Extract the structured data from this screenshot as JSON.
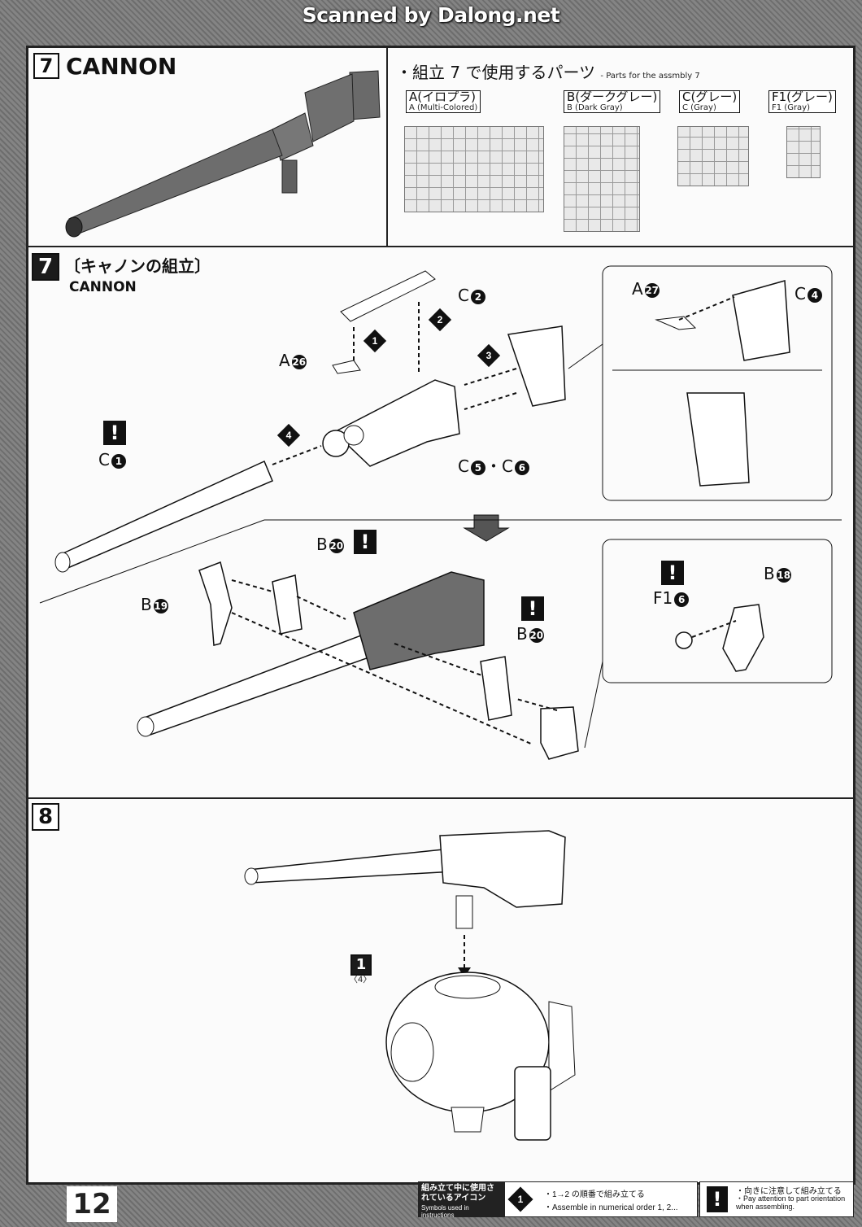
{
  "watermark": "Scanned by Dalong.net",
  "header_panel": {
    "step_number": "7",
    "title": "CANNON",
    "parts_heading": "・組立 7 で使用するパーツ",
    "parts_heading_en": "- Parts for the assmbly 7",
    "runners": [
      {
        "code": "A(イロプラ)",
        "desc": "A (Multi-Colored)"
      },
      {
        "code": "B(ダークグレー)",
        "desc": "B (Dark Gray)"
      },
      {
        "code": "C(グレー)",
        "desc": "C (Gray)"
      },
      {
        "code": "F1(グレー)",
        "desc": "F1 (Gray)"
      }
    ]
  },
  "step7": {
    "number": "7",
    "title_jp": "〔キャノンの組立〕",
    "title_en": "CANNON",
    "labels": {
      "c2": "C",
      "c2n": "2",
      "a26": "A",
      "a26n": "26",
      "c1": "C",
      "c1n": "1",
      "c56": "C",
      "c5n": "5",
      "dot": "・",
      "c6": "C",
      "c6n": "6",
      "a27": "A",
      "a27n": "27",
      "c4": "C",
      "c4n": "4",
      "b20a": "B",
      "b20an": "20",
      "b19": "B",
      "b19n": "19",
      "b20b": "B",
      "b20bn": "20",
      "f16": "F1",
      "f16n": "6",
      "b18": "B",
      "b18n": "18"
    },
    "steps": [
      "1",
      "2",
      "3",
      "4"
    ],
    "warn": "!"
  },
  "step8": {
    "number": "8",
    "sub_label": "1",
    "sub_count": "〈4〉"
  },
  "footer": {
    "page_number": "12",
    "legend_title": "組み立て中に使用されているアイコン",
    "legend_title_en": "Symbols used in instructions",
    "legend1_jp": "・1→2 の順番で組み立てる",
    "legend1_en": "・Assemble in numerical order 1, 2...",
    "legend2_jp": "・向きに注意して組み立てる",
    "legend2_en": "・Pay attention to part orientation when assembling."
  },
  "colors": {
    "ink": "#111111",
    "page": "#fbfbfb",
    "scan": "#7d7d7d",
    "part": "#6a6a6a"
  }
}
